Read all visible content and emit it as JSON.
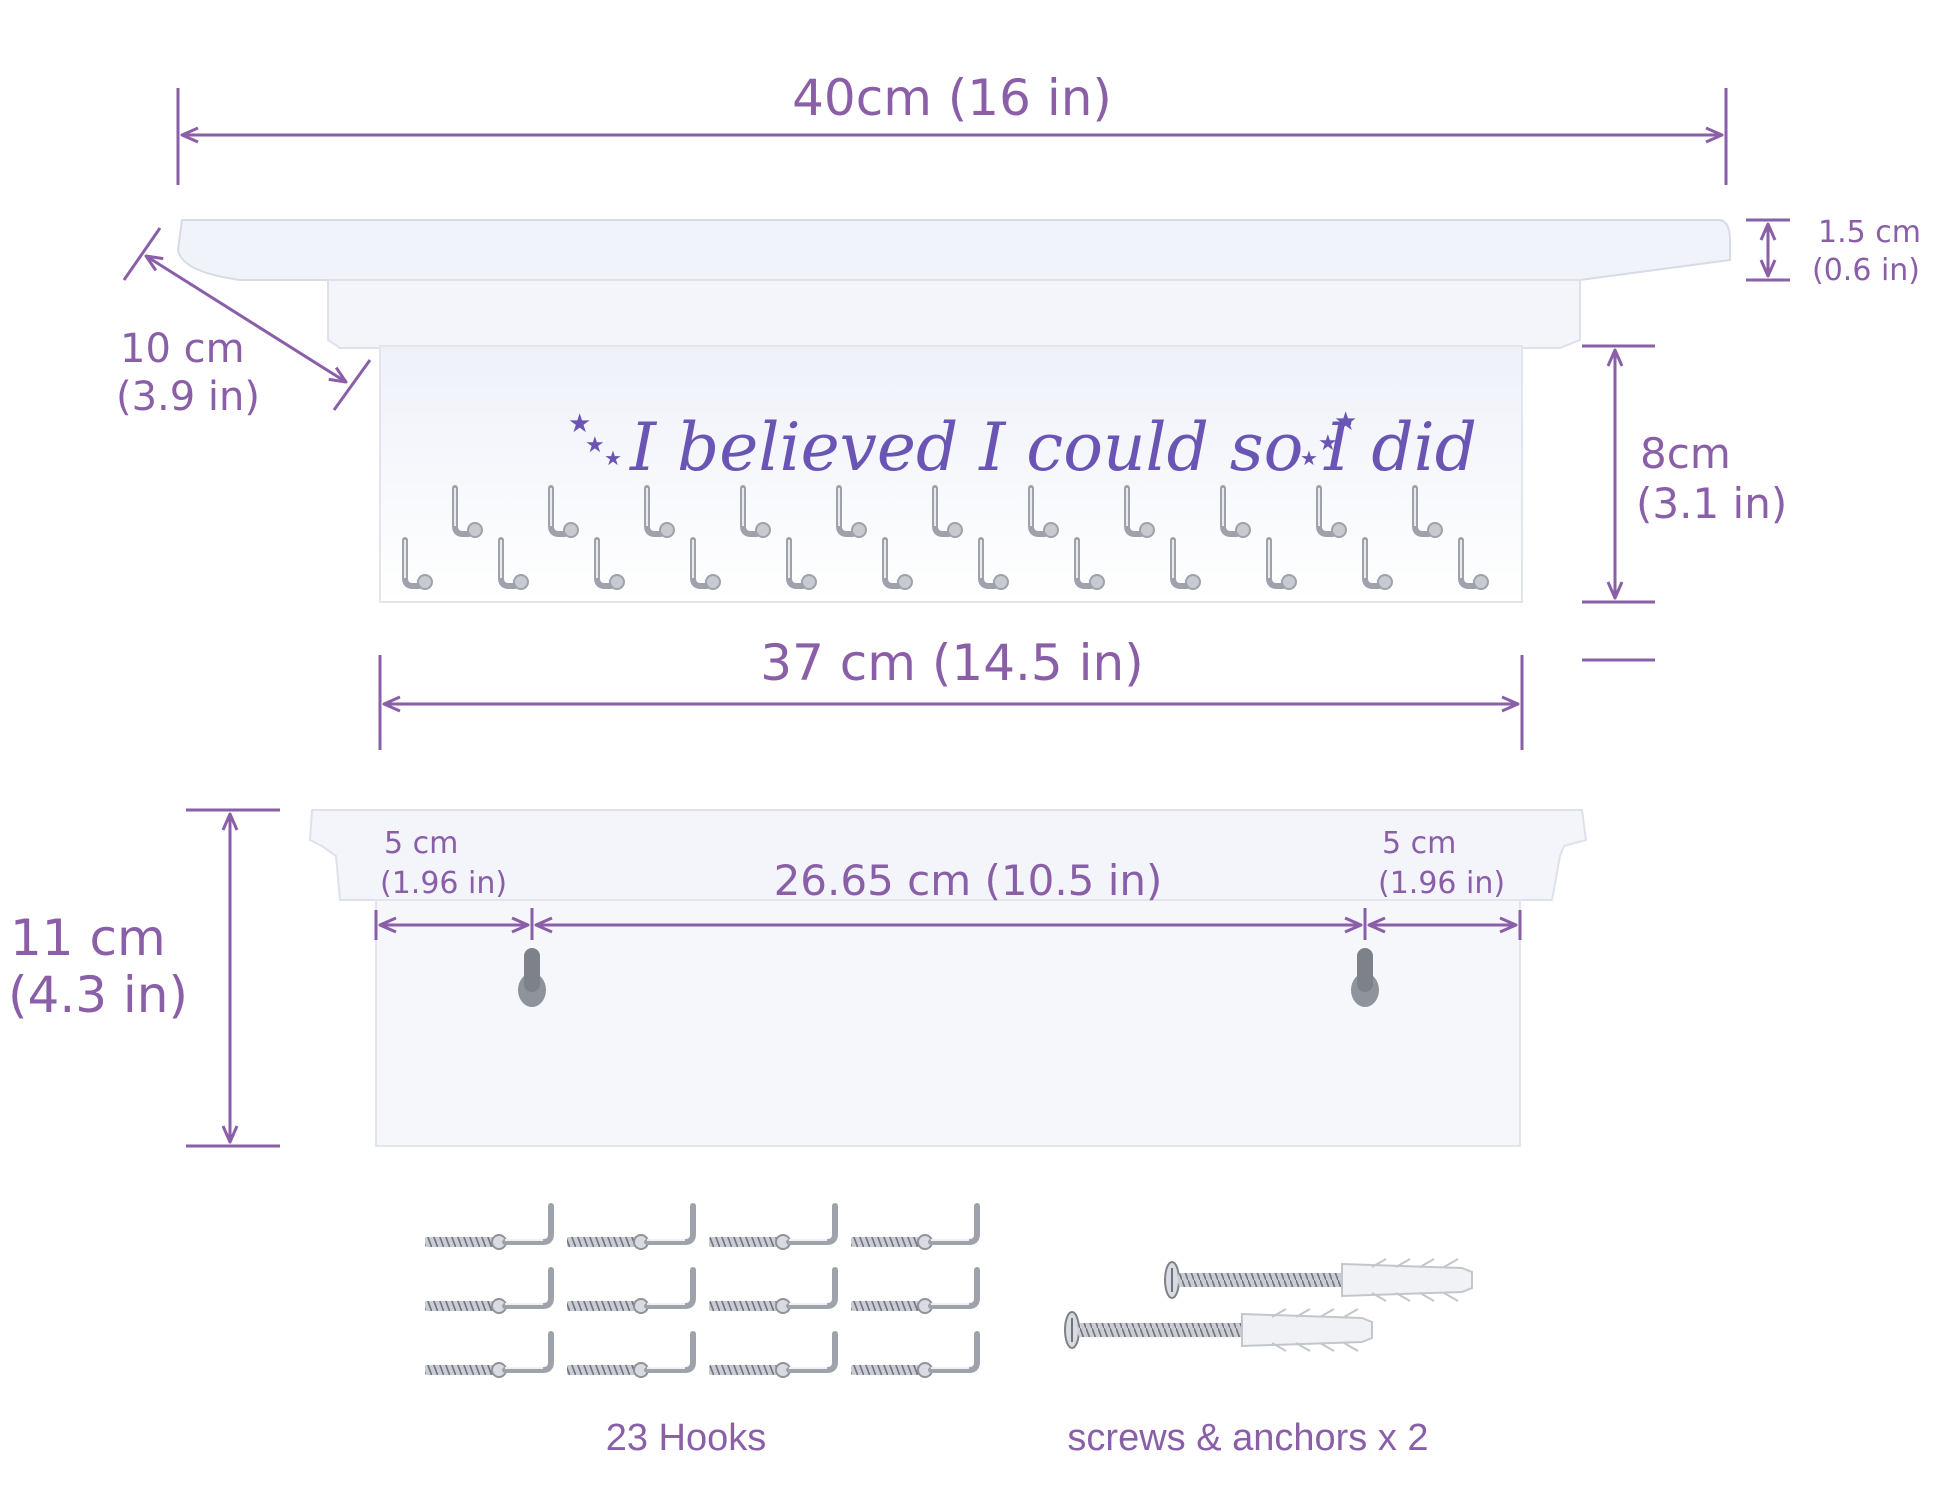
{
  "colors": {
    "dimension": "#8a5fa8",
    "quote": "#6a55b5",
    "shelf": "#f3f5fb",
    "shelf_edge": "#d7dbe6",
    "metal": "#b9bcc3",
    "background": "#ffffff"
  },
  "front_view": {
    "overall_width": "40cm (16 in)",
    "depth_line1": "10 cm",
    "depth_line2": "(3.9 in)",
    "lip_line1": "1.5 cm",
    "lip_line2": "(0.6 in)",
    "height_line1": "8cm",
    "height_line2": "(3.1 in)",
    "board_width": "37 cm (14.5 in)",
    "quote": "I believed I could so I did",
    "star_icon": "star-icon"
  },
  "back_view": {
    "height_line1": "11 cm",
    "height_line2": "(4.3 in)",
    "left_margin_line1": "5 cm",
    "left_margin_line2": "(1.96 in)",
    "hole_spacing": "26.65 cm (10.5 in)",
    "right_margin_line1": "5 cm",
    "right_margin_line2": "(1.96 in)"
  },
  "accessories": {
    "hooks_label": "23 Hooks",
    "screws_label": "screws & anchors x 2"
  }
}
